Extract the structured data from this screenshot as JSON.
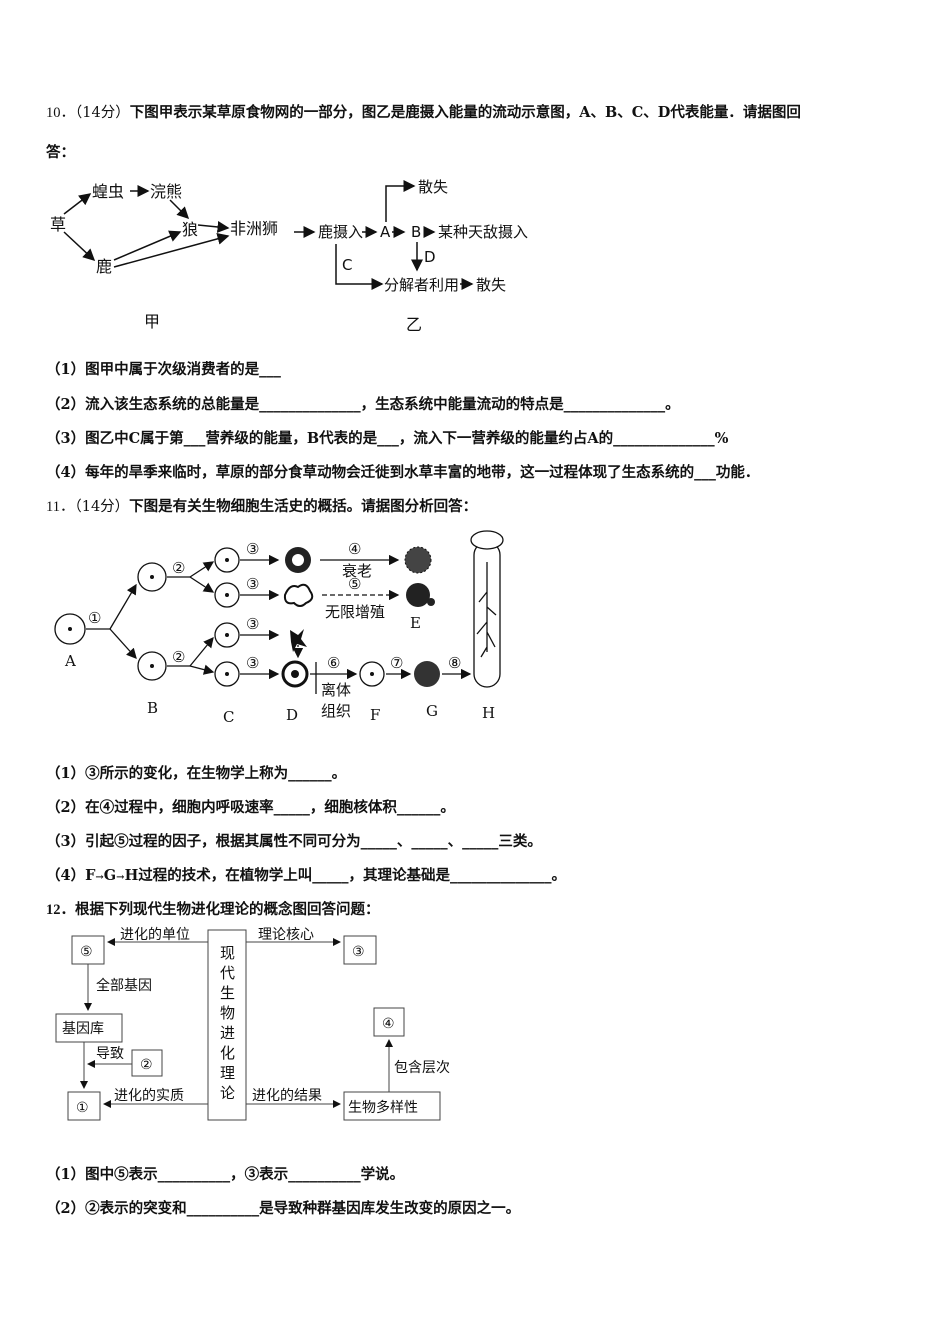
{
  "q10": {
    "number": "10．",
    "score": "（14分）",
    "stem_a": "下图甲表示某草原食物网的一部分，图乙是鹿摄入能量的流动示意图，A、B、C、D代表能量．请据图回",
    "stem_b": "答：",
    "fig_jia": {
      "grass": "草",
      "locust": "蝗虫",
      "bear": "浣熊",
      "wolf": "狼",
      "lion": "非洲狮",
      "deer": "鹿",
      "caption": "甲"
    },
    "fig_yi": {
      "deer_intake": "鹿摄入",
      "a": "A",
      "b": "B",
      "enemy": "某种天敌摄入",
      "dissipate_top": "散失",
      "d": "D",
      "c": "C",
      "decomposer": "分解者利用",
      "dissipate_bottom": "散失",
      "caption": "乙"
    },
    "sub1": "（1）图甲中属于次级消费者的是___",
    "sub2": "（2）流入该生态系统的总能量是______________，生态系统中能量流动的特点是______________。",
    "sub3": "（3）图乙中C属于第___营养级的能量，B代表的是___，流入下一营养级的能量约占A的______________%",
    "sub4": "（4）每年的旱季来临时，草原的部分食草动物会迁徙到水草丰富的地带，这一过程体现了生态系统的___功能．"
  },
  "q11": {
    "number": "11．",
    "score": "（14分）",
    "stem": "下图是有关生物细胞生活史的概括。请据图分析回答：",
    "fig": {
      "label_a": "A",
      "label_b": "B",
      "label_c": "C",
      "label_d": "D",
      "label_e": "E",
      "label_f": "F",
      "label_g": "G",
      "label_h": "H",
      "step1": "①",
      "step2": "②",
      "step3": "③",
      "step4": "④",
      "step5": "⑤",
      "step6": "⑥",
      "step7": "⑦",
      "step8": "⑧",
      "aging": "衰老",
      "unlimited": "无限增殖",
      "isolated1": "离体",
      "isolated2": "组织"
    },
    "sub1": "（1）③所示的变化，在生物学上称为______。",
    "sub2": "（2）在④过程中，细胞内呼吸速率_____，细胞核体积______。",
    "sub3": "（3）引起⑤过程的因子，根据其属性不同可分为_____、_____、_____三类。",
    "sub4_a": "（4）F",
    "sub4_b": "G",
    "sub4_c": "H过程的技术，在植物学上叫_____，其理论基础是______________。",
    "arrow": "→"
  },
  "q12": {
    "number": "12．",
    "stem": "根据下列现代生物进化理论的概念图回答问题：",
    "fig": {
      "box5": "⑤",
      "box3": "③",
      "box4": "④",
      "box2": "②",
      "box1": "①",
      "gene_pool": "基因库",
      "diversity": "生物多样性",
      "center": [
        "现",
        "代",
        "生",
        "物",
        "进",
        "化",
        "理",
        "论"
      ],
      "unit": "进化的单位",
      "core": "理论核心",
      "all_genes": "全部基因",
      "cause": "导致",
      "essence": "进化的实质",
      "result": "进化的结果",
      "levels": "包含层次"
    },
    "sub1": "（1）图中⑤表示__________，③表示__________学说。",
    "sub2": "（2）②表示的突变和__________是导致种群基因库发生改变的原因之一。"
  }
}
